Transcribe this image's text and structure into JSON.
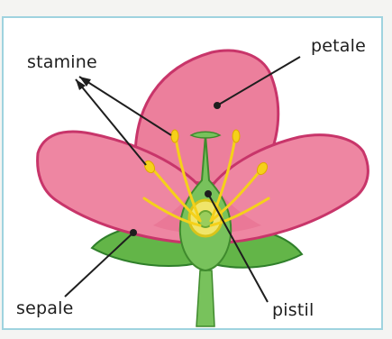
{
  "labels": {
    "stamen": "stamine",
    "petal": "petale",
    "sepal": "sepale",
    "pistil": "pistil"
  },
  "colors": {
    "frame_border": "#9fd3df",
    "petal_fill": "#ec7f9c",
    "petal_outline": "#c8356a",
    "sepal_fill": "#63b548",
    "pistil_fill": "#78c25c",
    "stamen_yellow": "#f5d11a",
    "ovary_core": "#e9e14a"
  }
}
